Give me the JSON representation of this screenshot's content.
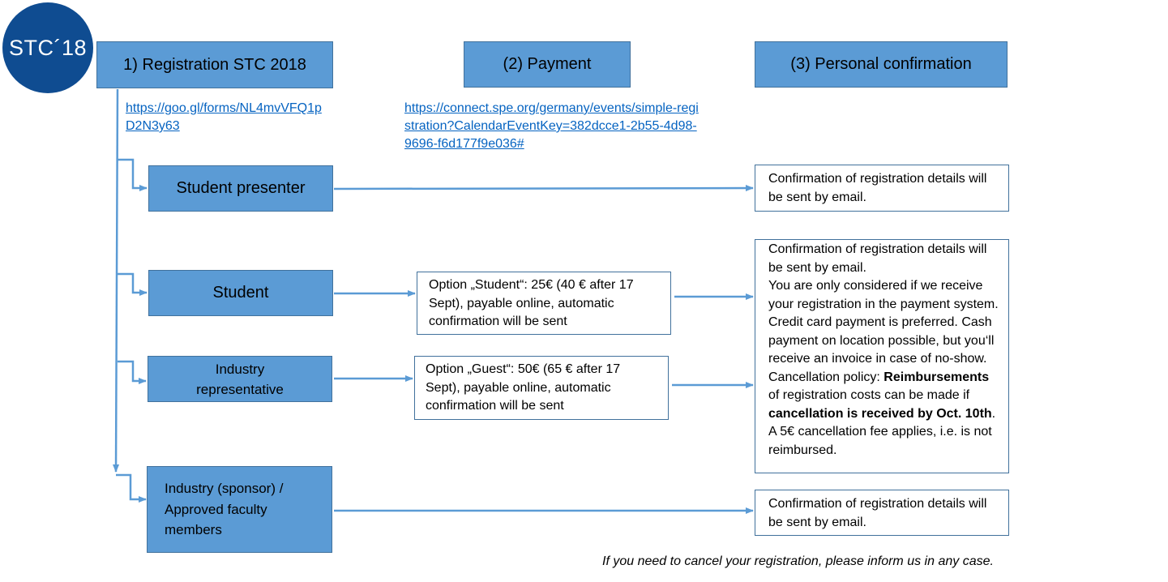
{
  "logo": "STC´18",
  "headers": {
    "registration": "1) Registration STC 2018",
    "payment": "(2) Payment",
    "confirmation": "(3) Personal confirmation"
  },
  "links": {
    "registration_form": "https://goo.gl/forms/NL4mvVFQ1pD2N3y63",
    "payment_url": "https://connect.spe.org/germany/events/simple-registration?CalendarEventKey=382dcce1-2b55-4d98-9696-f6d177f9e036#"
  },
  "categories": {
    "student_presenter": "Student presenter",
    "student": "Student",
    "industry_rep": "Industry representative",
    "industry_sponsor": "Industry (sponsor) / Approved faculty members"
  },
  "payment_options": {
    "student": "Option „Student“: 25€ (40 € after 17 Sept), payable online, automatic confirmation will be sent",
    "guest": "Option „Guest“: 50€ (65 € after 17 Sept), payable online, automatic confirmation will be sent"
  },
  "confirmations": {
    "presenter": "Confirmation of registration details will be sent by email.",
    "paid_intro": "Confirmation of registration details will be sent by email.",
    "paid_consider": "You are only considered if we receive your registration in the payment system. Credit card payment is preferred. Cash payment on location possible, but you‘ll receive an invoice in case of no-show.",
    "policy_label": "Cancellation policy: ",
    "policy_bold1": "Reimbursements",
    "policy_mid": " of registration costs can be made if ",
    "policy_bold2": "cancellation is received by Oct. 10th",
    "policy_end": ". A 5€ cancellation fee applies, i.e. is not reimbursed.",
    "sponsor": "Confirmation of registration details will be sent by email."
  },
  "footer": "If you need to cancel your registration, please inform us in any case.",
  "colors": {
    "box_fill": "#5b9bd5",
    "box_border": "#41719c",
    "logo_fill": "#0f4c91",
    "link": "#0563c1",
    "connector": "#5b9bd5"
  }
}
